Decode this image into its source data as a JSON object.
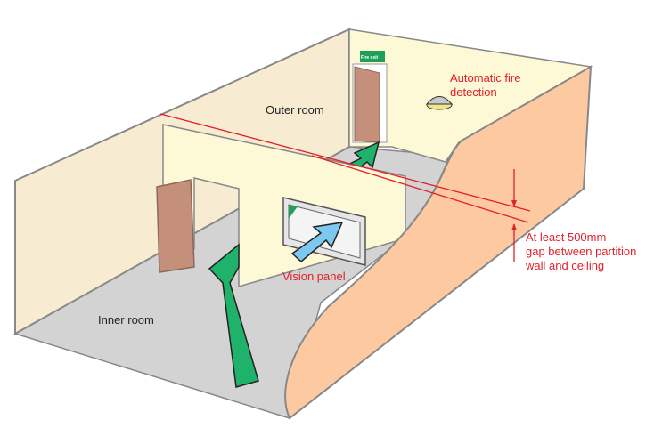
{
  "labels": {
    "outer_room": "Outer room",
    "inner_room": "Inner room",
    "vision_panel": "Vision panel",
    "fire_detection": [
      "Automatic fire",
      "detection"
    ],
    "gap_note": [
      "At least 500mm",
      "gap between partition",
      "wall and ceiling"
    ],
    "exit_sign": "Fire exit"
  },
  "colors": {
    "annotation": "#e3202a",
    "escape_arrow": "#1fb26b",
    "vision_arrow": "#7cc8ee",
    "door": "#c4907a",
    "end_wall": "#fcc9a0",
    "wall": "#f7ecd2",
    "partition": "#fdf9d6",
    "floor": "#d3d3d3"
  }
}
